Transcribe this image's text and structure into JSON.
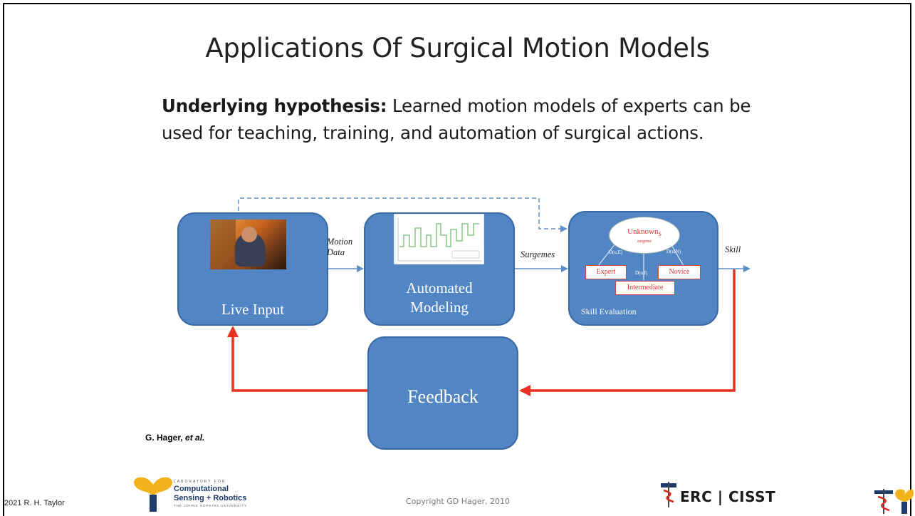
{
  "slide": {
    "title": "Applications Of Surgical Motion Models",
    "hypothesis_label": "Underlying hypothesis:",
    "hypothesis_line1": " Learned motion models of experts can be",
    "hypothesis_line2": "used for teaching, training, and automation of surgical  actions.",
    "credit_name": "G. Hager, ",
    "credit_etal": "et al."
  },
  "diagram": {
    "live_input": "Live Input",
    "automated_line1": "Automated",
    "automated_line2": "Modeling",
    "skill_evaluation": "Skill Evaluation",
    "feedback": "Feedback",
    "motion_line1": "Motion",
    "motion_line2": "Data",
    "surgemes": "Surgemes",
    "skill": "Skill",
    "unknown": "Unknown",
    "unknown_sub": "S",
    "unknown_small": "surgeme",
    "expert": "Expert",
    "novice": "Novice",
    "intermediate": "Intermediate",
    "d_e": "D(u,E)",
    "d_n": "D(u,N)",
    "d_i": "D(u,I)"
  },
  "footer": {
    "author": "2021 R. H. Taylor",
    "lcsr_line1": "Computational",
    "lcsr_line2": "Sensing + Robotics",
    "lcsr_top": "LABORATORY FOR",
    "lcsr_bottom": "THE JOHNS HOPKINS UNIVERSITY",
    "copyright": "Copyright GD Hager, 2010",
    "erc": "ERC | CISST"
  },
  "colors": {
    "box": "#5185c3",
    "arrow_blue": "#5d90c8",
    "arrow_red": "#e8321f",
    "logo_yellow": "#f2b21b",
    "logo_navy": "#1d3b6b"
  }
}
